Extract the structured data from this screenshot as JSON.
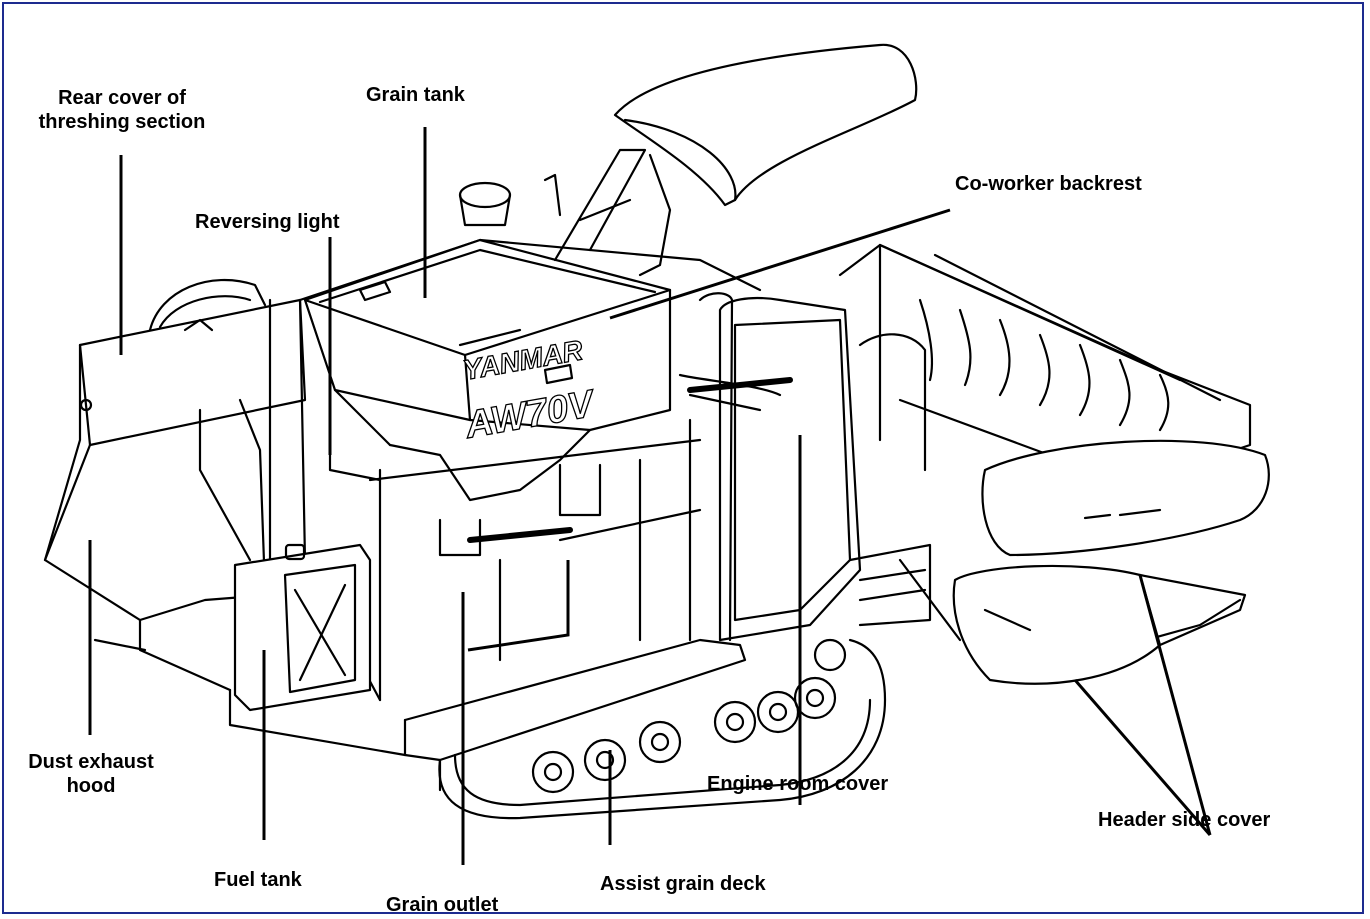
{
  "diagram": {
    "brand_text": "YANMAR",
    "model_text": "AW70V",
    "labels": {
      "rear_cover": [
        "Rear cover of",
        "threshing section"
      ],
      "grain_tank": "Grain tank",
      "reversing_light": "Reversing light",
      "coworker_backrest": "Co-worker backrest",
      "dust_exhaust_hood": [
        "Dust exhaust",
        "hood"
      ],
      "fuel_tank": "Fuel tank",
      "grain_outlet": "Grain outlet",
      "assist_grain_deck": "Assist grain deck",
      "engine_room_cover": "Engine room cover",
      "header_side_cover": "Header side cover"
    },
    "colors": {
      "border": "#1d2b8f",
      "ink": "#000000"
    }
  }
}
